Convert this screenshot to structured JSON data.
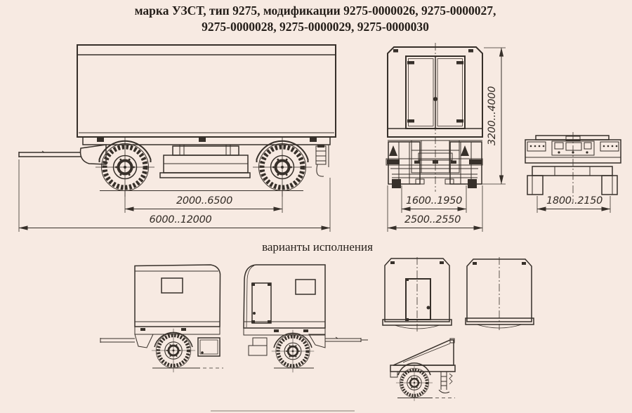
{
  "title": {
    "line1": "марка УЗСТ, тип 9275, модификации 9275-0000026, 9275-0000027,",
    "line2": "9275-0000028, 9275-0000029, 9275-0000030"
  },
  "variants_label": "варианты исполнения",
  "dimensions": {
    "side_wheelbase": "2000..6500",
    "side_overall_length": "6000..12000",
    "rear_height": "3200...4000",
    "rear_track": "1600..1950",
    "rear_overall_width": "2500..2550",
    "chassis_support_width": "1800..2150"
  },
  "colors": {
    "paper": "#f7eae2",
    "ink": "#37302a"
  }
}
